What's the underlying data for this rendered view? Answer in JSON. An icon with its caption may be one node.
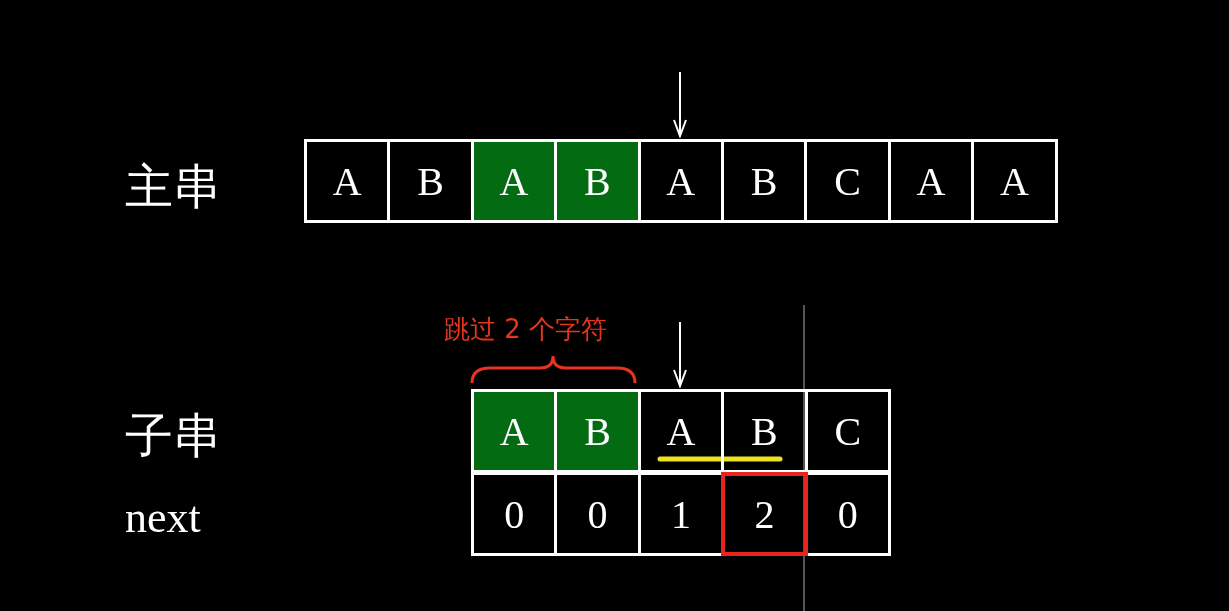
{
  "diagram": {
    "labels": [
      "主串",
      "A",
      "B",
      "A",
      "B",
      "A",
      "B",
      "C",
      "A",
      "A",
      "跳过 2 个字符",
      "子串",
      "A",
      "B",
      "A",
      "B",
      "C",
      "next",
      "0",
      "0",
      "1",
      "2",
      "0"
    ]
  }
}
